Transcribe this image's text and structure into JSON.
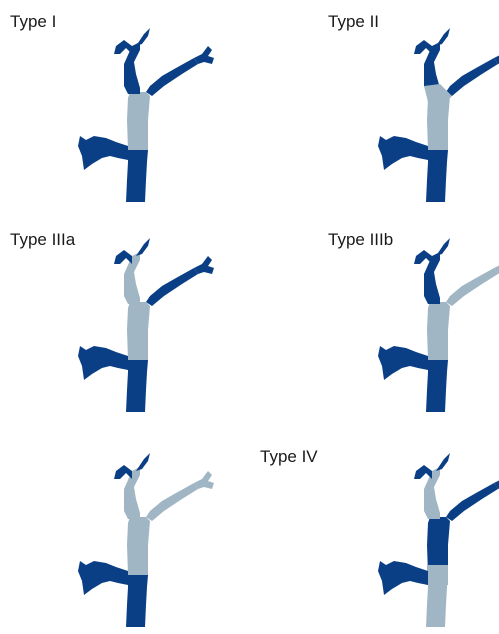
{
  "labels": {
    "type_1": "Type I",
    "type_2": "Type II",
    "type_3a": "Type IIIa",
    "type_3b": "Type IIIb",
    "type_4": "Type IV"
  },
  "colors": {
    "duct": "#0a3f86",
    "tumor": "#a0b6c4",
    "text": "#1a1a1a",
    "background": "#ffffff"
  }
}
